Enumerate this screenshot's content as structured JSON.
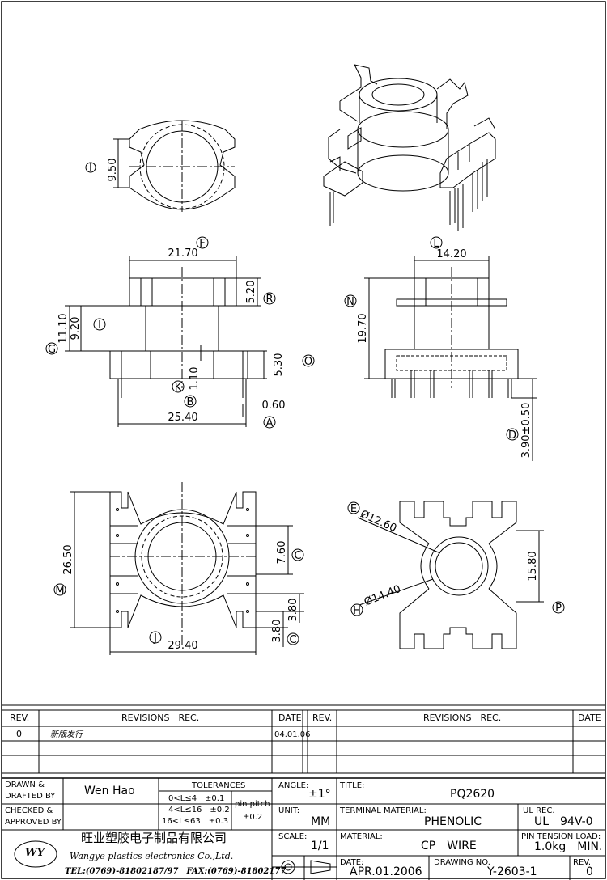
{
  "dims": {
    "top_view": {
      "t_label": "T",
      "t_dim": "9.50"
    },
    "front": {
      "f_label": "F",
      "width": "21.70",
      "r_label": "R",
      "r_dim": "5.20",
      "i_label": "I",
      "i_dim": "9.20",
      "g_label": "G",
      "g_dim": "11.10",
      "o_label": "O",
      "o_dim": "5.30",
      "k_label": "K",
      "k_dim": "1.10",
      "b_label": "B",
      "a_dim": "0.60",
      "a_label": "A",
      "pitch": "25.40"
    },
    "side": {
      "l_label": "L",
      "width": "14.20",
      "n_label": "N",
      "height": "19.70",
      "d_label": "D",
      "pin": "3.90±0.50"
    },
    "bottom": {
      "m_label": "M",
      "height": "26.50",
      "c_label": "C",
      "c_dim1": "7.60",
      "c_dim2": "3.80",
      "c_dim3": "3.80",
      "c_label2": "C",
      "j_label": "J",
      "width": "29.40"
    },
    "hole": {
      "e_label": "E",
      "e_dim": "Ø12.60",
      "h_label": "H",
      "h_dim": "Ø14.40",
      "p_label": "P",
      "p_dim": "15.80"
    }
  },
  "revisions": {
    "col_rev": "REV.",
    "col_records": "REVISIONS　REC.",
    "col_date": "DATE",
    "rows": [
      {
        "rev": "0",
        "rec": "新版发行",
        "date": "04.01.06"
      }
    ]
  },
  "titleblock": {
    "drawn_label": "DRAWN &",
    "drafted_label": "DRAFTED BY",
    "drawn_by": "Wen Hao",
    "checked_label": "CHECKED &",
    "approved_label": "APPROVED BY",
    "tolerances_label": "TOLERANCES",
    "tol1": "0<L≤4　±0.1",
    "tol2": "4<L≤16　±0.2",
    "tol3": "16<L≤63　±0.3",
    "pin_pitch_label": "pin pitch",
    "pin_pitch_tol": "±0.2",
    "angle_label": "ANGLE:",
    "angle_value": "±1°",
    "unit_label": "UNIT:",
    "unit_value": "MM",
    "scale_label": "SCALE:",
    "scale_value": "1/1",
    "title_label": "TITLE:",
    "title_value": "PQ2620",
    "terminal_label": "TERMINAL MATERIAL:",
    "terminal_value": "PHENOLIC",
    "ul_label": "UL REC.",
    "ul_value": "UL　94V-0",
    "material_label": "MATERIAL:",
    "material_value": "CP　WIRE",
    "tension_label": "PIN TENSION LOAD:",
    "tension_value": "1.0kg　MIN.",
    "date_label": "DATE:",
    "date_value": "APR.01.2006",
    "drawing_label": "DRAWING NO.",
    "drawing_value": "Y-2603-1",
    "rev_label": "REV.",
    "rev_value": "0",
    "company_cn": "旺业塑胶电子制品有限公司",
    "company_en": "Wangye plastics electronics Co.,Ltd.",
    "contact": "TEL:(0769)-81802187/97　FAX:(0769)-81802177",
    "logo_text": "WY"
  }
}
